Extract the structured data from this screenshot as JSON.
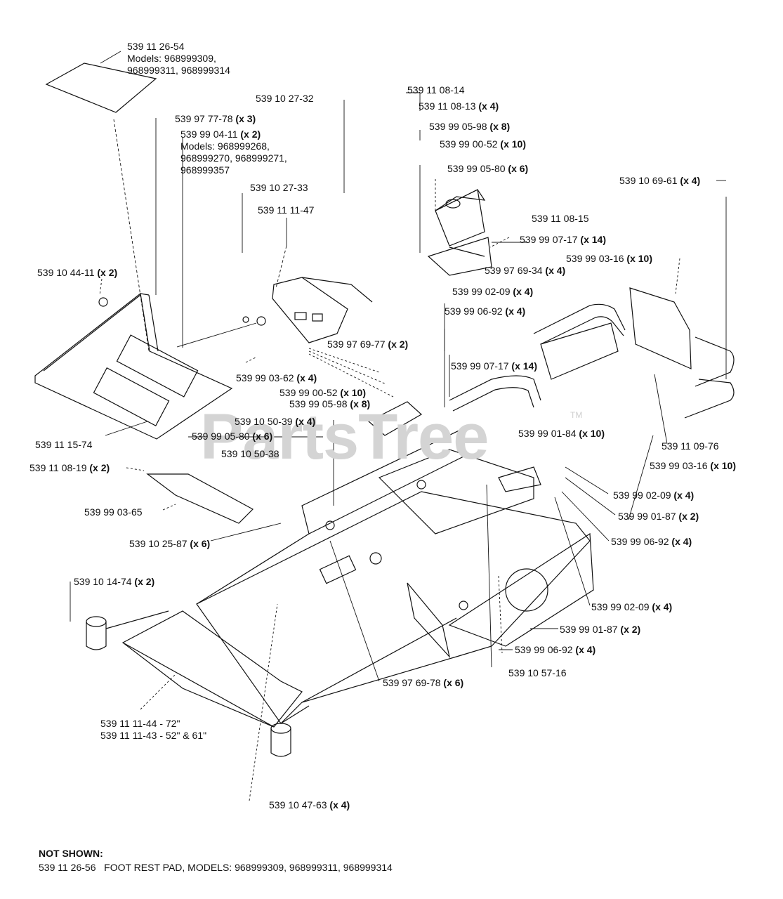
{
  "watermark": {
    "text": "PartsTree",
    "tm": "TM"
  },
  "callouts": [
    {
      "id": "c01",
      "part": "539 11 26-54",
      "qty": "",
      "extra": [
        "Models: 968999309,",
        "968999311, 968999314"
      ]
    },
    {
      "id": "c02",
      "part": "539 10 27-32",
      "qty": "",
      "extra": []
    },
    {
      "id": "c03",
      "part": "539 97 77-78",
      "qty": "(x 3)",
      "extra": []
    },
    {
      "id": "c04",
      "part": "539 99 04-11",
      "qty": "(x 2)",
      "extra": [
        "Models: 968999268,",
        "968999270, 968999271,",
        "968999357"
      ]
    },
    {
      "id": "c05",
      "part": "539 10 27-33",
      "qty": "",
      "extra": []
    },
    {
      "id": "c06",
      "part": "539 11 11-47",
      "qty": "",
      "extra": []
    },
    {
      "id": "c07",
      "part": "539 10 44-11",
      "qty": "(x 2)",
      "extra": []
    },
    {
      "id": "c08",
      "part": "539 11 08-14",
      "qty": "",
      "extra": []
    },
    {
      "id": "c09",
      "part": "539 11 08-13",
      "qty": "(x 4)",
      "extra": []
    },
    {
      "id": "c10",
      "part": "539 99 05-98",
      "qty": "(x 8)",
      "extra": []
    },
    {
      "id": "c11",
      "part": "539 99 00-52",
      "qty": "(x 10)",
      "extra": []
    },
    {
      "id": "c12",
      "part": "539 99 05-80",
      "qty": "(x 6)",
      "extra": []
    },
    {
      "id": "c13",
      "part": "539 10 69-61",
      "qty": "(x 4)",
      "extra": []
    },
    {
      "id": "c14",
      "part": "539 11 08-15",
      "qty": "",
      "extra": []
    },
    {
      "id": "c15",
      "part": "539 99 07-17",
      "qty": "(x 14)",
      "extra": []
    },
    {
      "id": "c16",
      "part": "539 99 03-16",
      "qty": "(x 10)",
      "extra": []
    },
    {
      "id": "c17",
      "part": "539 97 69-34",
      "qty": "(x 4)",
      "extra": []
    },
    {
      "id": "c18",
      "part": "539 99 02-09",
      "qty": "(x 4)",
      "extra": []
    },
    {
      "id": "c19",
      "part": "539 99 06-92",
      "qty": "(x 4)",
      "extra": []
    },
    {
      "id": "c20",
      "part": "539 97 69-77",
      "qty": "(x 2)",
      "extra": []
    },
    {
      "id": "c21",
      "part": "539 99 07-17",
      "qty": "(x 14)",
      "extra": []
    },
    {
      "id": "c22",
      "part": "539 99 03-62",
      "qty": "(x 4)",
      "extra": []
    },
    {
      "id": "c23",
      "part": "539 99 00-52",
      "qty": "(x 10)",
      "extra": []
    },
    {
      "id": "c24",
      "part": "539 99 05-98",
      "qty": "(x 8)",
      "extra": []
    },
    {
      "id": "c25",
      "part": "539 11 15-74",
      "qty": "",
      "extra": []
    },
    {
      "id": "c26",
      "part": "539 10 50-39",
      "qty": "(x 4)",
      "extra": []
    },
    {
      "id": "c27",
      "part": "539 99 05-80",
      "qty": "(x 6)",
      "extra": []
    },
    {
      "id": "c28",
      "part": "539 10 50-38",
      "qty": "",
      "extra": []
    },
    {
      "id": "c29",
      "part": "539 99 01-84",
      "qty": "(x 10)",
      "extra": []
    },
    {
      "id": "c30",
      "part": "539 11 09-76",
      "qty": "",
      "extra": []
    },
    {
      "id": "c31",
      "part": "539 99 03-16",
      "qty": "(x 10)",
      "extra": []
    },
    {
      "id": "c32",
      "part": "539 11 08-19",
      "qty": "(x 2)",
      "extra": []
    },
    {
      "id": "c33",
      "part": "539 99 02-09",
      "qty": "(x 4)",
      "extra": []
    },
    {
      "id": "c34",
      "part": "539 99 03-65",
      "qty": "",
      "extra": []
    },
    {
      "id": "c35",
      "part": "539 99 01-87",
      "qty": "(x 2)",
      "extra": []
    },
    {
      "id": "c36",
      "part": "539 10 25-87",
      "qty": "(x 6)",
      "extra": []
    },
    {
      "id": "c37",
      "part": "539 99 06-92",
      "qty": "(x 4)",
      "extra": []
    },
    {
      "id": "c38",
      "part": "539 10 14-74",
      "qty": "(x 2)",
      "extra": []
    },
    {
      "id": "c39",
      "part": "539 99 02-09",
      "qty": "(x 4)",
      "extra": []
    },
    {
      "id": "c40",
      "part": "539 99 01-87",
      "qty": "(x 2)",
      "extra": []
    },
    {
      "id": "c41",
      "part": "539 99 06-92",
      "qty": "(x 4)",
      "extra": []
    },
    {
      "id": "c42",
      "part": "539 10 57-16",
      "qty": "",
      "extra": []
    },
    {
      "id": "c43",
      "part": "539 97 69-78",
      "qty": "(x 6)",
      "extra": []
    },
    {
      "id": "c44",
      "part": "539 11 11-44 - 72\"",
      "qty": "",
      "extra": [
        "539 11 11-43 - 52\" & 61\""
      ]
    },
    {
      "id": "c45",
      "part": "539 10 47-63",
      "qty": "(x 4)",
      "extra": []
    }
  ],
  "not_shown": {
    "title": "NOT SHOWN:",
    "items": [
      {
        "part": "539 11 26-56",
        "description": "FOOT REST PAD, MODELS: 968999309, 968999311, 968999314"
      }
    ]
  }
}
